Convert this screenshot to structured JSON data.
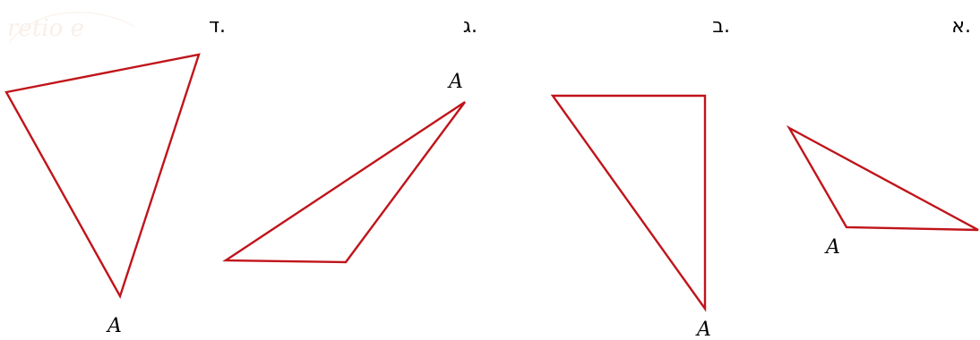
{
  "accent_color": "#c0141a",
  "watermark": {
    "text": "retio e"
  },
  "options": [
    {
      "id": "a",
      "label": "א.",
      "vertex_label": "A"
    },
    {
      "id": "b",
      "label": "ב.",
      "vertex_label": "A"
    },
    {
      "id": "c",
      "label": "ג.",
      "vertex_label": "A"
    },
    {
      "id": "d",
      "label": "ד.",
      "vertex_label": "A"
    }
  ]
}
